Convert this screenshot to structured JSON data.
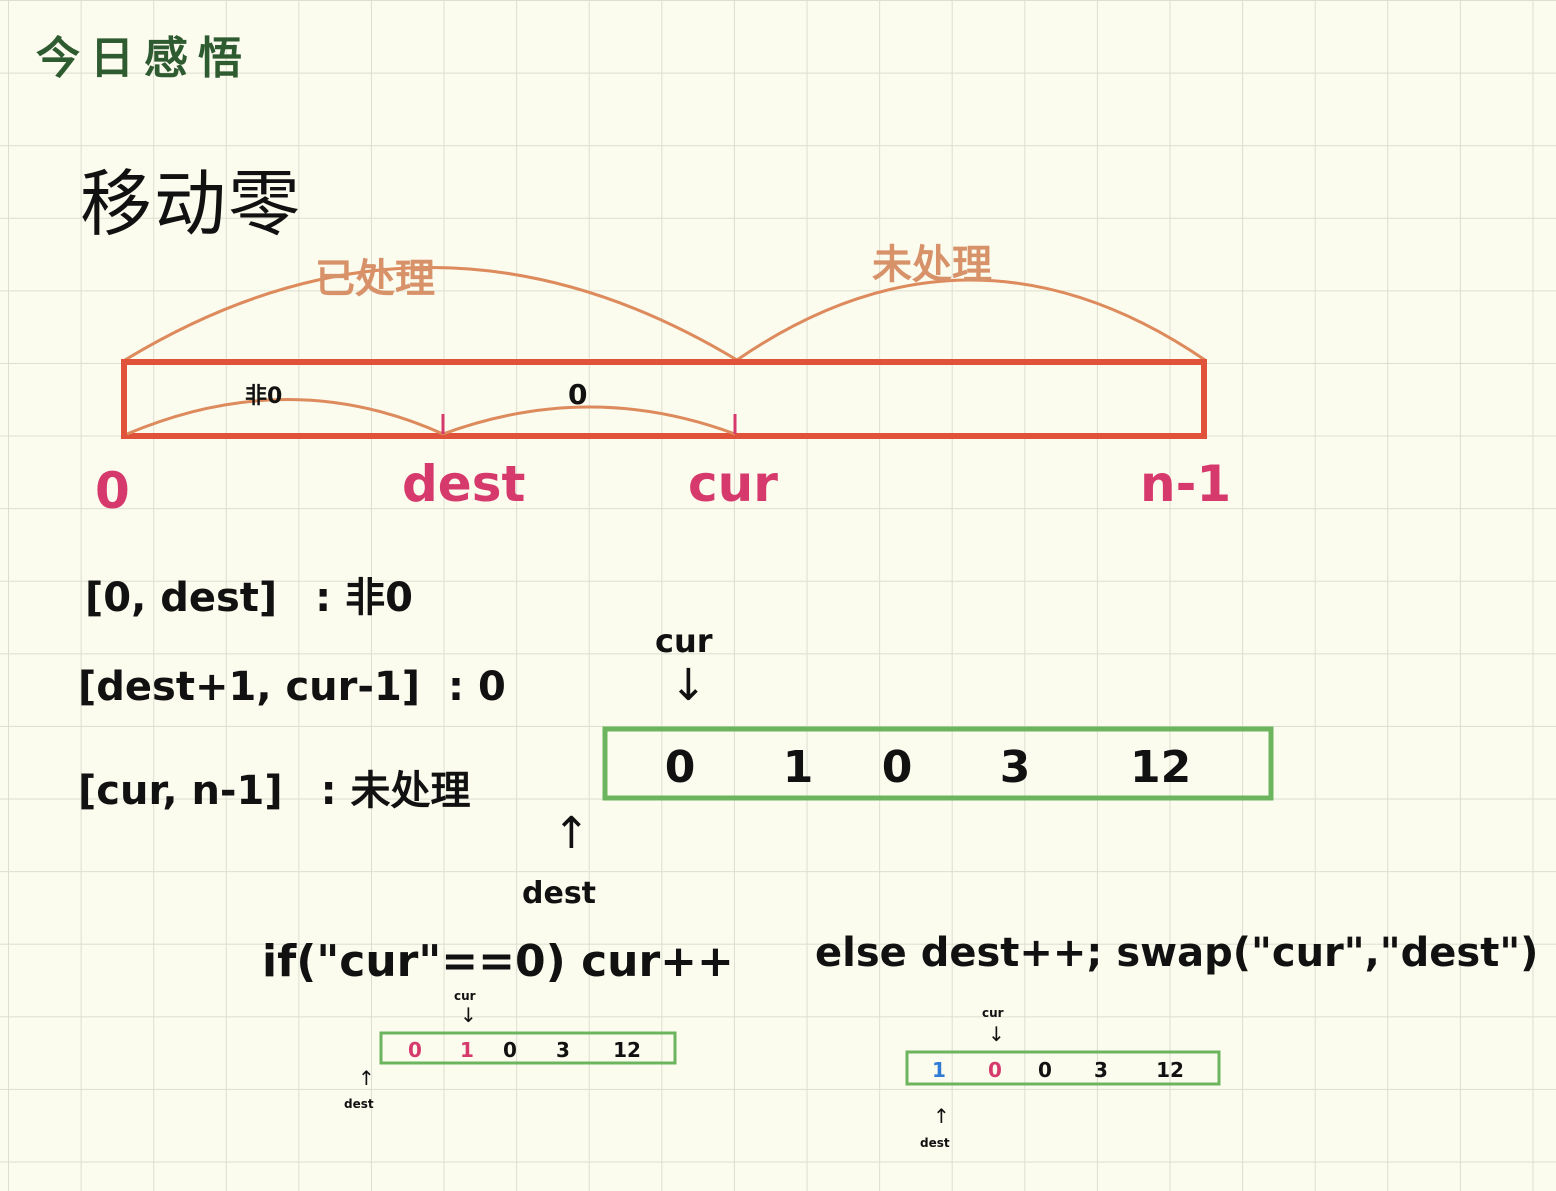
{
  "page_title": "今日感悟",
  "topic_title": "移动零",
  "diagram": {
    "arc_labels": {
      "processed": "已处理",
      "unprocessed": "未处理",
      "non_zero": "非0",
      "zero": "0"
    },
    "axis_labels": {
      "start": "0",
      "dest": "dest",
      "cur": "cur",
      "end": "n-1"
    },
    "colors": {
      "main_box": "#e0533a",
      "arcs": "#dd8a5c",
      "axis_labels": "#d63a6d",
      "array_box": "#6cb55e",
      "title": "#2f5b31",
      "highlight_blue": "#2f7bd6"
    }
  },
  "ranges": [
    {
      "range": "[0, dest]",
      "meaning": ": 非0"
    },
    {
      "range": "[dest+1, cur-1]",
      "meaning": ": 0"
    },
    {
      "range": "[cur, n-1]",
      "meaning": ": 未处理"
    }
  ],
  "main_array": {
    "values": [
      "0",
      "1",
      "0",
      "3",
      "12"
    ],
    "cur_label": "cur",
    "dest_label": "dest"
  },
  "code": {
    "if_branch": "if(\"cur\"==0) cur++",
    "else_branch": "else dest++; swap(\"cur\",\"dest\")"
  },
  "example_if": {
    "values": [
      "0",
      "1",
      "0",
      "3",
      "12"
    ],
    "cur_label": "cur",
    "dest_label": "dest"
  },
  "example_else": {
    "values": [
      "1",
      "0",
      "0",
      "3",
      "12"
    ],
    "cur_label": "cur",
    "dest_label": "dest"
  }
}
